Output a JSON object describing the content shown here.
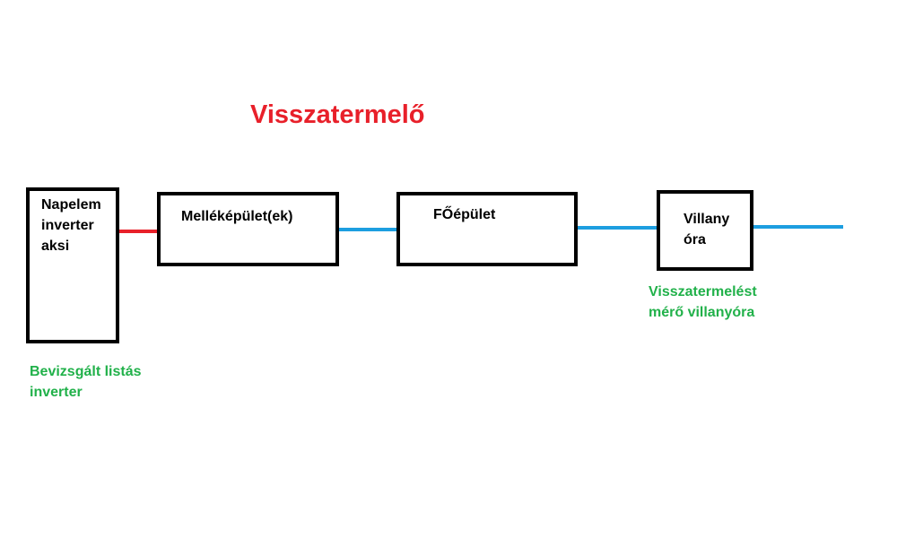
{
  "title": "Visszatermelő",
  "colors": {
    "title": "#e8202a",
    "note": "#21b14a",
    "wire_red": "#e8202a",
    "wire_blue": "#1d9ee0",
    "box_border": "#000000"
  },
  "blocks": {
    "inverter": {
      "line1": "Napelem",
      "line2": "inverter",
      "line3": "aksi"
    },
    "outbuilding": {
      "label": "Melléképület(ek)"
    },
    "main_building": {
      "label": "FŐépület"
    },
    "meter": {
      "line1": "Villany",
      "line2": "óra"
    }
  },
  "notes": {
    "inverter": {
      "line1": "Bevizsgált listás",
      "line2": "inverter"
    },
    "meter": {
      "line1": "Visszatermelést",
      "line2": "mérő villanyóra"
    }
  },
  "connections": [
    {
      "from": "inverter",
      "to": "outbuilding",
      "color": "red"
    },
    {
      "from": "outbuilding",
      "to": "main_building",
      "color": "blue"
    },
    {
      "from": "main_building",
      "to": "meter",
      "color": "blue"
    },
    {
      "from": "meter",
      "to": "grid",
      "color": "blue"
    }
  ]
}
